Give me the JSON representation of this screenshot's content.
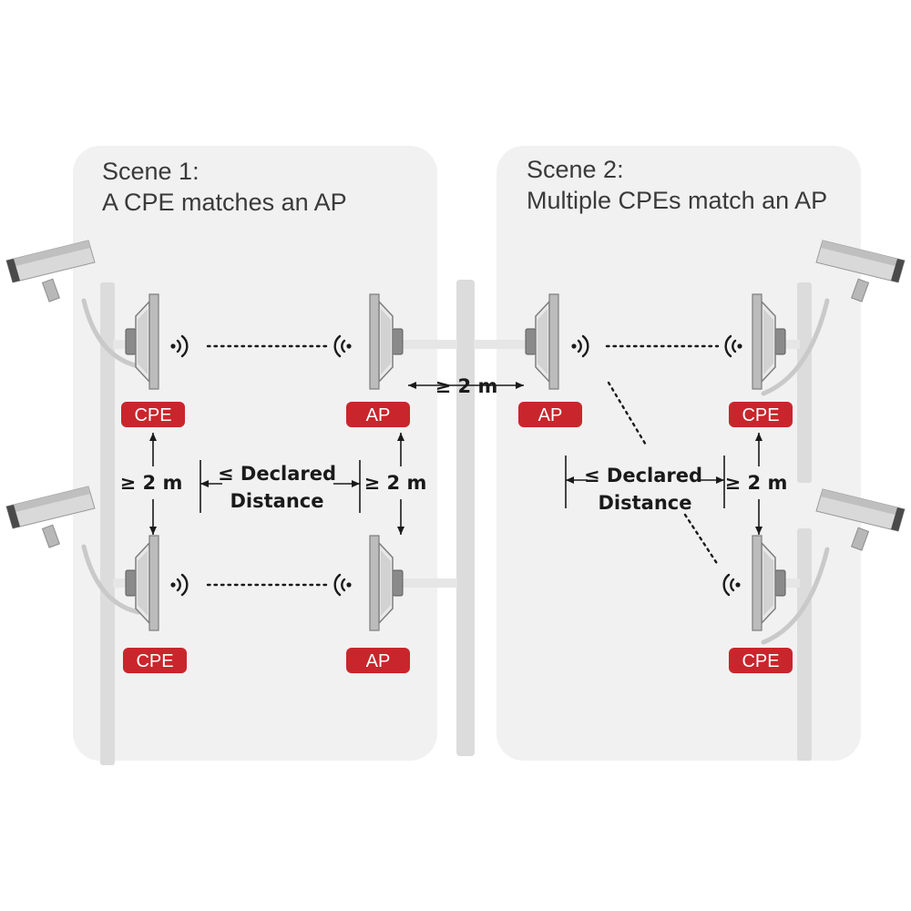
{
  "scenes": [
    {
      "title_line1": "Scene 1:",
      "title_line2": "A CPE matches an AP"
    },
    {
      "title_line1": "Scene 2:",
      "title_line2": "Multiple CPEs match an AP"
    }
  ],
  "labels": {
    "cpe": "CPE",
    "ap": "AP"
  },
  "dimensions": {
    "min_spacing": "≥ 2 m",
    "declared_line1": "≤ Declared",
    "declared_line2": "Distance"
  },
  "colors": {
    "badge": "#c8262c",
    "panel": "#f1f1f1",
    "pole": "#dcdcdc"
  },
  "icons": [
    "camera-icon",
    "cpe-antenna-icon",
    "ap-antenna-icon",
    "signal-waves-icon"
  ]
}
